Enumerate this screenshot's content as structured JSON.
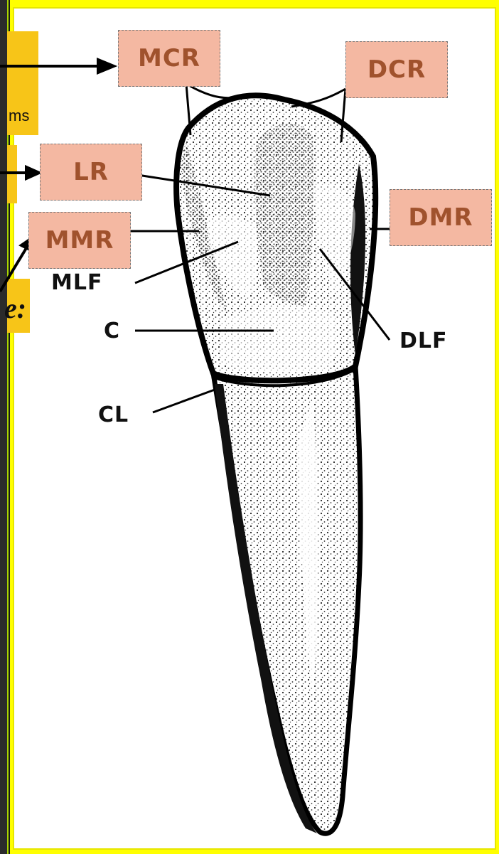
{
  "callouts": {
    "fragment_ms": "ms",
    "fragment_e": "e:"
  },
  "labels": {
    "mcr": "MCR",
    "dcr": "DCR",
    "lr": "LR",
    "mmr": "MMR",
    "dmr": "DMR",
    "mlf": "MLF",
    "c": "C",
    "dlf": "DLF",
    "cl": "CL"
  },
  "colors": {
    "background": "#ffff00",
    "callout_fill": "#f7c518",
    "label_box_fill": "#f4b8a2",
    "left_bar": "#a8d400"
  }
}
